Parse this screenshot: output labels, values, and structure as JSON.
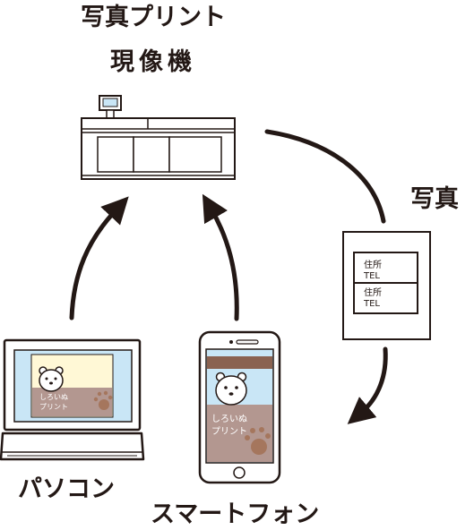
{
  "labels": {
    "machine_line1": "写真プリント",
    "machine_line2": "現像機",
    "photo": "写真",
    "pc": "パソコン",
    "smartphone": "スマートフォン"
  },
  "photo_card": {
    "address_1": "住所",
    "tel_1": "TEL",
    "address_2": "住所",
    "tel_2": "TEL"
  },
  "screen_content": {
    "text_line1": "しろいぬ",
    "text_line2": "プリント"
  },
  "colors": {
    "ink": "#231815",
    "screen_blue": "#c9e6f6",
    "cream": "#fff8d6",
    "mauve": "#b39790",
    "paw_brown": "#a5765d",
    "brown_band": "#8a6250"
  }
}
